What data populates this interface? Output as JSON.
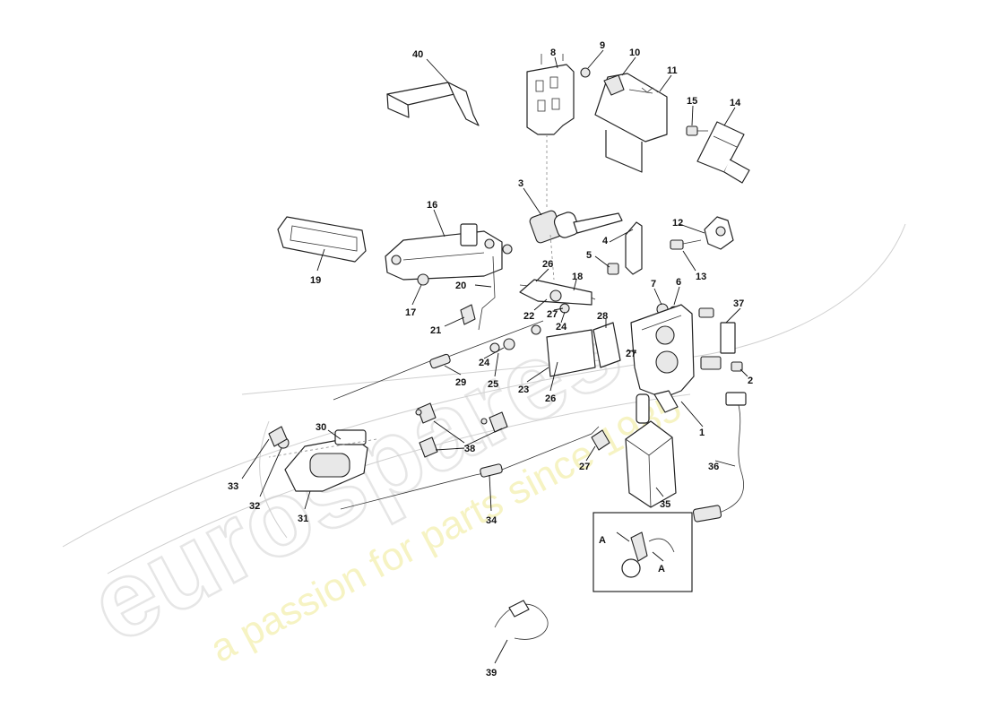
{
  "watermark": {
    "brand": "eurospares",
    "tagline": "a passion for parts since 1985"
  },
  "callouts": [
    {
      "id": "c40",
      "label": "40"
    },
    {
      "id": "c8",
      "label": "8"
    },
    {
      "id": "c9",
      "label": "9"
    },
    {
      "id": "c10",
      "label": "10"
    },
    {
      "id": "c11",
      "label": "11"
    },
    {
      "id": "c15",
      "label": "15"
    },
    {
      "id": "c14",
      "label": "14"
    },
    {
      "id": "c3",
      "label": "3"
    },
    {
      "id": "c16",
      "label": "16"
    },
    {
      "id": "c12",
      "label": "12"
    },
    {
      "id": "c4",
      "label": "4"
    },
    {
      "id": "c5",
      "label": "5"
    },
    {
      "id": "c13",
      "label": "13"
    },
    {
      "id": "c19",
      "label": "19"
    },
    {
      "id": "c26a",
      "label": "26"
    },
    {
      "id": "c18",
      "label": "18"
    },
    {
      "id": "c7",
      "label": "7"
    },
    {
      "id": "c6",
      "label": "6"
    },
    {
      "id": "c20",
      "label": "20"
    },
    {
      "id": "c37",
      "label": "37"
    },
    {
      "id": "c17",
      "label": "17"
    },
    {
      "id": "c22",
      "label": "22"
    },
    {
      "id": "c27a",
      "label": "27"
    },
    {
      "id": "c28",
      "label": "28"
    },
    {
      "id": "c21",
      "label": "21"
    },
    {
      "id": "c24a",
      "label": "24"
    },
    {
      "id": "c24b",
      "label": "24"
    },
    {
      "id": "c27b",
      "label": "27"
    },
    {
      "id": "c2",
      "label": "2"
    },
    {
      "id": "c29",
      "label": "29"
    },
    {
      "id": "c25",
      "label": "25"
    },
    {
      "id": "c23",
      "label": "23"
    },
    {
      "id": "c26b",
      "label": "26"
    },
    {
      "id": "c30",
      "label": "30"
    },
    {
      "id": "c1",
      "label": "1"
    },
    {
      "id": "c38",
      "label": "38"
    },
    {
      "id": "c27c",
      "label": "27"
    },
    {
      "id": "c36",
      "label": "36"
    },
    {
      "id": "c33",
      "label": "33"
    },
    {
      "id": "c32",
      "label": "32"
    },
    {
      "id": "c35",
      "label": "35"
    },
    {
      "id": "c31",
      "label": "31"
    },
    {
      "id": "c34",
      "label": "34"
    },
    {
      "id": "c39",
      "label": "39"
    }
  ],
  "inset": {
    "arrow_label_top": "A",
    "arrow_label_bottom": "A"
  }
}
